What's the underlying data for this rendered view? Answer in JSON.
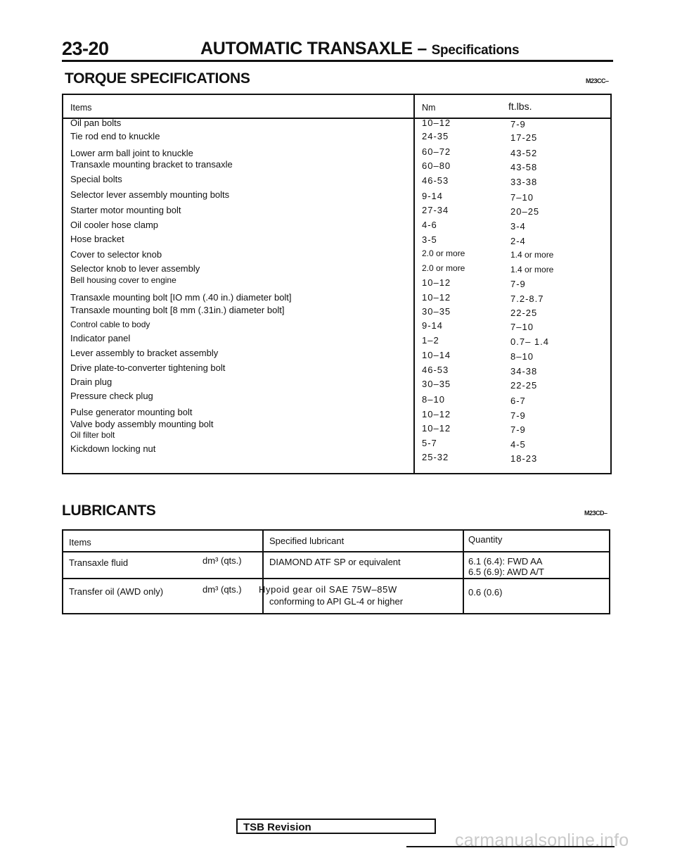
{
  "header": {
    "page_number": "23-20",
    "title": "AUTOMATIC TRANSAXLE",
    "dash": "–",
    "subtitle": "Specifications"
  },
  "torque": {
    "title": "TORQUE SPECIFICATIONS",
    "code": "M23CC–",
    "headers": {
      "items": "Items",
      "nm": "Nm",
      "ftlbs": "ft.lbs."
    },
    "rows": [
      {
        "item": "Oil pan bolts",
        "nm": "10–12",
        "ft": "7-9"
      },
      {
        "item": "Tie rod end to knuckle",
        "nm": "24-35",
        "ft": "17-25"
      },
      {
        "item": "Lower arm ball joint to knuckle",
        "nm": "60–72",
        "ft": "43-52"
      },
      {
        "item": "Transaxle mounting bracket to transaxle",
        "nm": "60–80",
        "ft": "43-58"
      },
      {
        "item": "Special bolts",
        "nm": "46-53",
        "ft": "33-38"
      },
      {
        "item": "Selector lever assembly mounting bolts",
        "nm": "9-14",
        "ft": "7–10"
      },
      {
        "item": "Starter motor mounting bolt",
        "nm": "27-34",
        "ft": "20–25"
      },
      {
        "item": "Oil cooler hose clamp",
        "nm": "4-6",
        "ft": "3-4"
      },
      {
        "item": "Hose bracket",
        "nm": "3-5",
        "ft": "2-4"
      },
      {
        "item": "Cover to selector knob",
        "nm": "2.0 or more",
        "ft": "1.4 or more"
      },
      {
        "item": "Selector knob to lever assembly",
        "nm": "2.0 or more",
        "ft": "1.4 or more"
      },
      {
        "item": "Bell housing cover to engine",
        "nm": "10–12",
        "ft": "7-9"
      },
      {
        "item": "Transaxle mounting bolt [IO mm (.40 in.) diameter bolt]",
        "nm": "10–12",
        "ft": "7.2-8.7"
      },
      {
        "item": "Transaxle mounting bolt [8 mm (.31in.) diameter bolt]",
        "nm": "30–35",
        "ft": "22-25"
      },
      {
        "item": "Control cable to body",
        "nm": "9-14",
        "ft": "7–10"
      },
      {
        "item": "Indicator panel",
        "nm": "1–2",
        "ft": "0.7– 1.4"
      },
      {
        "item": "Lever assembly to bracket assembly",
        "nm": "10–14",
        "ft": "8–10"
      },
      {
        "item": "Drive plate-to-converter tightening bolt",
        "nm": "46-53",
        "ft": "34-38"
      },
      {
        "item": "Drain plug",
        "nm": "30–35",
        "ft": "22-25"
      },
      {
        "item": "Pressure check plug",
        "nm": "8–10",
        "ft": "6-7"
      },
      {
        "item": "Pulse generator mounting bolt",
        "nm": "10–12",
        "ft": "7-9"
      },
      {
        "item": "Valve body assembly mounting bolt",
        "nm": "10–12",
        "ft": "7-9"
      },
      {
        "item": "Oil filter bolt",
        "nm": "5-7",
        "ft": "4-5"
      },
      {
        "item": "Kickdown locking nut",
        "nm": "25-32",
        "ft": "18-23"
      }
    ]
  },
  "lubricants": {
    "title": "LUBRICANTS",
    "code": "M23CD–",
    "headers": {
      "items": "Items",
      "lubricant": "Specified lubricant",
      "quantity": "Quantity"
    },
    "rows": [
      {
        "item": "Transaxle fluid",
        "unit": "dm³ (qts.)",
        "lubricant": "DIAMOND ATF SP or equivalent",
        "lubricant2": "",
        "qty1": "6.1 (6.4): FWD AA",
        "qty2": "6.5 (6.9): AWD A/T"
      },
      {
        "item": "Transfer oil (AWD only)",
        "unit": "dm³ (qts.)",
        "lubricant": "Hypoid gear oil SAE 75W–85W",
        "lubricant2": "conforming to API GL-4 or higher",
        "qty1": "0.6 (0.6)",
        "qty2": ""
      }
    ]
  },
  "footer": {
    "tsb": "TSB Revision",
    "watermark": "carmanualsonline.info"
  }
}
